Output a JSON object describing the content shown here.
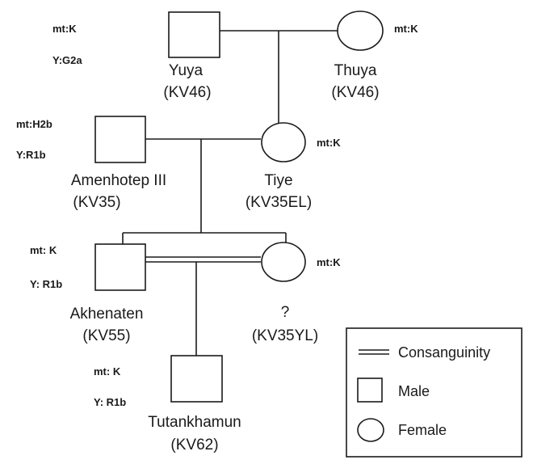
{
  "people": {
    "yuya": {
      "name": "Yuya",
      "tomb": "(KV46)",
      "mt": "mt:K",
      "y": "Y:G2a"
    },
    "thuya": {
      "name": "Thuya",
      "tomb": "(KV46)",
      "mt": "mt:K"
    },
    "amenhotep": {
      "name": "Amenhotep III",
      "tomb": "(KV35)",
      "mt": "mt:H2b",
      "y": "Y:R1b"
    },
    "tiye": {
      "name": "Tiye",
      "tomb": "(KV35EL)",
      "mt": "mt:K"
    },
    "akhenaten": {
      "name": "Akhenaten",
      "tomb": "(KV55)",
      "mt": "mt: K",
      "y": "Y: R1b"
    },
    "ky": {
      "name": "?",
      "tomb": "(KV35YL)",
      "mt": "mt:K"
    },
    "tutankhamun": {
      "name": "Tutankhamun",
      "tomb": "(KV62)",
      "mt": "mt: K",
      "y": "Y: R1b"
    }
  },
  "legend": {
    "consanguinity": "Consanguinity",
    "male": "Male",
    "female": "Female"
  },
  "colors": {
    "stroke": "#1a1a1a",
    "background": "#ffffff"
  }
}
